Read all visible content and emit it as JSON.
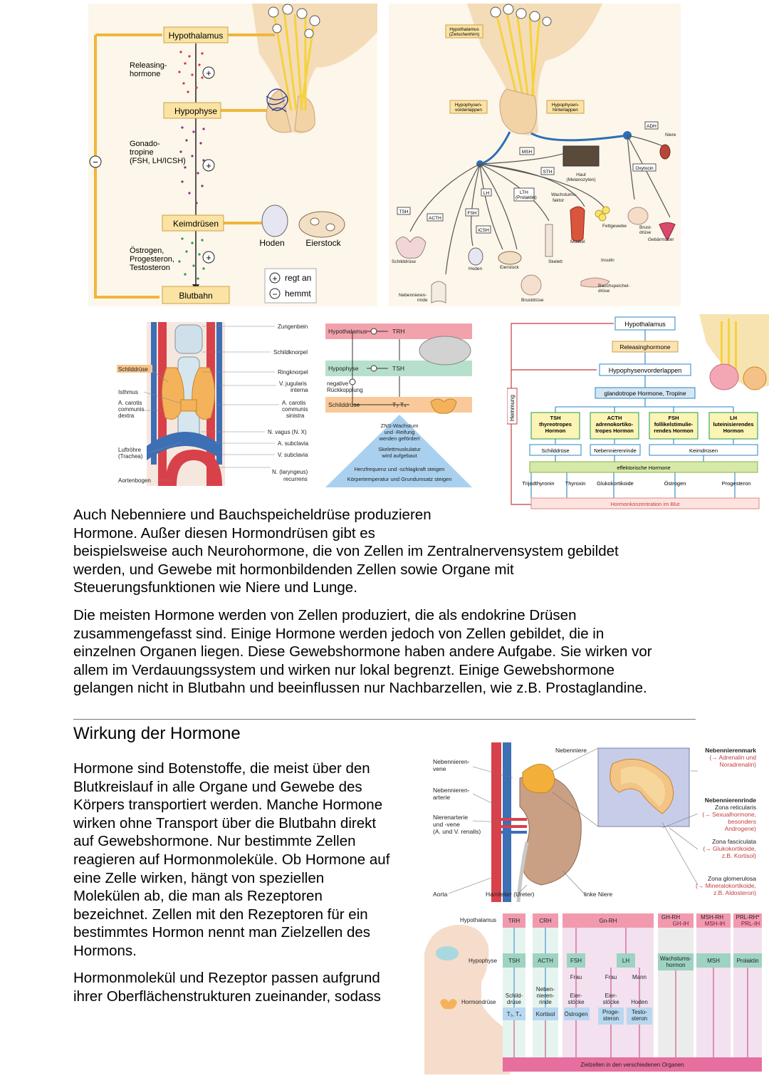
{
  "fig1": {
    "hypothalamus": "Hypothalamus",
    "releasing": [
      "Releasing-",
      "hormone"
    ],
    "hypophyse": "Hypophyse",
    "gonado": [
      "Gonado-",
      "tropine",
      "(FSH, LH/ICSH)"
    ],
    "keimdruesen": "Keimdrüsen",
    "hormones": [
      "Östrogen,",
      "Progesteron,",
      "Testosteron"
    ],
    "hoden": "Hoden",
    "eierstock": "Eierstock",
    "blutbahn": "Blutbahn",
    "legend_plus": "regt an",
    "legend_minus": "hemmt",
    "plus": "+",
    "minus": "−"
  },
  "fig2": {
    "hypothalamus": [
      "Hypothalamus",
      "(Zwischenhirn)"
    ],
    "vorderlappen": [
      "Hypophysen-",
      "vorderlappen"
    ],
    "hinterlappen": [
      "Hypophysen-",
      "hinterlappen"
    ],
    "hormone_tags": [
      "ADH",
      "MSH",
      "STH",
      "Oxytocin",
      "LH",
      "LTH",
      "(Prolaktin)",
      "TSH",
      "ACTH",
      "FSH",
      "ICSH"
    ],
    "targets": [
      "Niere",
      "Haut",
      "(Melanozyten)",
      "Wachstums-",
      "faktor",
      "Fettgewebe",
      "Brust-",
      "drüse",
      "Gebärmutter",
      "Schilddrüse",
      "Hoden",
      "Eierstock",
      "Skelett",
      "Muskel",
      "Insulin",
      "Nebennieren-",
      "rinde",
      "Brustdrüse",
      "Bauchspeichel-",
      "drüse"
    ]
  },
  "fig3": {
    "labels_right": [
      "Zungenbein",
      "Schildknorpel",
      "Ringknorpel",
      "V. jugularis",
      "interna",
      "A. carotis",
      "communis",
      "sinistra",
      "N. vagus (N. X)",
      "A. subclavia",
      "V. subclavia",
      "N. (laryngeus)",
      "recurrens"
    ],
    "labels_left": [
      "Schilddrüse",
      "Isthmus",
      "A. carotis",
      "communis",
      "dextra",
      "Luftröhre",
      "(Trachea)",
      "Aortenbogen"
    ]
  },
  "fig4": {
    "hypothalamus": "Hypothalamus",
    "trh": "TRH",
    "hypophyse": "Hypophyse",
    "tsh": "TSH",
    "feedback": [
      "negative",
      "Rückkopplung"
    ],
    "schilddruese": "Schilddrüse",
    "t3t4": "T₃ T₄",
    "effects": [
      "ZNS-Wachstum",
      "und -Reifung",
      "werden gefördert",
      "Skelettmuskulatur",
      "wird aufgebaut",
      "Herzfrequenz und -schlagkraft steigen",
      "Körpertemperatur und Grundumsatz steigen"
    ]
  },
  "fig5": {
    "hypothalamus": "Hypothalamus",
    "releasing": "Releasinghormone",
    "vorderlappen": "Hypophysenvorderlappen",
    "glandotrop": "glandotrope Hormone, Tropine",
    "hemmung": "Hemmung",
    "boxes": [
      [
        "TSH",
        "thyreotropes",
        "Hormon"
      ],
      [
        "ACTH",
        "adrenokortiko-",
        "tropes Hormon"
      ],
      [
        "FSH",
        "follikelstimulie-",
        "rendes Hormon"
      ],
      [
        "LH",
        "luteinisierendes",
        "Hormon"
      ]
    ],
    "glands": [
      "Schilddrüse",
      "Nebennierenrinde",
      "Keimdrüsen"
    ],
    "effektorisch": "effektorische Hormone",
    "effectors": [
      "Trijodthyronin",
      "Thyroxin",
      "Glukokortikoide",
      "Östrogen",
      "Progesteron"
    ],
    "konzentration": "Hormonkonzentration im Blut"
  },
  "paragraphs": {
    "p1": [
      "Auch Nebenniere und Bauchspeicheldrüse produzieren",
      "Hormone. Außer diesen Hormondrüsen gibt es",
      "beispielsweise auch Neurohormone, die von Zellen im Zentralnervensystem gebildet",
      "werden, und Gewebe mit hormonbildenden Zellen sowie Organe mit",
      "Steuerungsfunktionen wie Niere und Lunge."
    ],
    "p2": [
      "Die meisten Hormone werden von Zellen produziert, die als endokrine Drüsen",
      "zusammengefasst sind. Einige Hormone werden jedoch von Zellen gebildet, die in",
      "einzelnen Organen liegen. Diese Gewebshormone haben andere Aufgabe. Sie wirken vor",
      "allem im Verdauungssystem und wirken nur lokal begrenzt. Einige Gewebshormone",
      "gelangen nicht in Blutbahn und beeinflussen nur Nachbarzellen, wie z.B. Prostaglandine."
    ]
  },
  "section": {
    "heading": "Wirkung der Hormone",
    "p3": [
      "Hormone sind Botenstoffe, die meist über den",
      "Blutkreislauf in alle Organe und Gewebe des",
      "Körpers transportiert werden. Manche Hormone",
      "wirken ohne Transport über die Blutbahn direkt",
      "auf Gewebshormone. Nur bestimmte Zellen",
      "reagieren auf Hormonmoleküle. Ob Hormone auf",
      "eine Zelle wirken, hängt von speziellen",
      "Molekülen ab, die man als Rezeptoren",
      "bezeichnet. Zellen mit den Rezeptoren für ein",
      "bestimmtes Hormon nennt man Zielzellen des",
      "Hormons."
    ],
    "p4": [
      "Hormonmolekül und Rezeptor passen aufgrund",
      "ihrer Oberflächenstrukturen zueinander, sodass"
    ]
  },
  "fig6": {
    "left": [
      "Nebennieren-",
      "vene",
      "Nebennieren-",
      "arterie",
      "Nierenarterie",
      "und -vene",
      "(A. und V. renalis)",
      "Aorta",
      "Harnleiter (Ureter)",
      "linke Niere",
      "Nebenniere"
    ],
    "right_bold": [
      "Nebennierenmark",
      "Nebennierenrinde"
    ],
    "right": [
      "(→ Adrenalin und",
      "Noradrenalin)",
      "Zona reticularis",
      "(→ Sexualhormone,",
      "besonders",
      "Androgene)",
      "Zona fasciculata",
      "(→ Glukokortikoide,",
      "z.B. Kortisol)",
      "Zona glomerulosa",
      "(→ Mineralokortikoide,",
      "z.B. Aldosteron)"
    ]
  },
  "fig7": {
    "side": [
      "Hypothalamus",
      "Hypophyse",
      "Hormondrüse"
    ],
    "top": [
      "TRH",
      "CRH",
      "Gn-RH",
      "GH-RH",
      "GH-IH",
      "MSH-RH",
      "MSH-IH",
      "PRL-RH*",
      "PRL-IH"
    ],
    "mid": [
      "TSH",
      "ACTH",
      "FSH",
      "LH",
      "Wachstums-",
      "hormon",
      "MSH",
      "Prolaktin"
    ],
    "sub": [
      "Frau",
      "Frau",
      "Mann"
    ],
    "glands": [
      "Schild-",
      "drüse",
      "Neben-",
      "nieren-",
      "rinde",
      "Eier-",
      "stöcke",
      "Eier-",
      "stöcke",
      "Hoden"
    ],
    "products": [
      "T₃, T₄",
      "Kortisol",
      "Östrogen",
      "Proge-",
      "steron",
      "Testo-",
      "steron"
    ],
    "bottom": "Zielzellen in den verschiedenen Organen"
  }
}
